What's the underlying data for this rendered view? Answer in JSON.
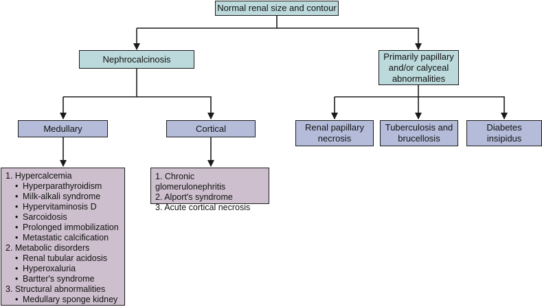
{
  "nodes": {
    "root": "Normal renal size and contour",
    "nephrocalcinosis": "Nephrocalcinosis",
    "papillary": [
      "Primarily papillary",
      "and/or calyceal",
      "abnormalities"
    ],
    "medullary": "Medullary",
    "cortical": "Cortical",
    "renal_papillary_necrosis": [
      "Renal papillary",
      "necrosis"
    ],
    "tuberculosis": [
      "Tuberculosis and",
      "brucellosis"
    ],
    "diabetes": [
      "Diabetes",
      "insipidus"
    ]
  },
  "medullary_list": [
    {
      "label": "1. Hypercalcemia",
      "subitems": [
        "Hyperparathyroidism",
        "Milk-alkali syndrome",
        "Hypervitaminosis D",
        "Sarcoidosis",
        "Prolonged immobilization",
        "Metastatic calcification"
      ]
    },
    {
      "label": "2. Metabolic disorders",
      "subitems": [
        "Renal tubular acidosis",
        "Hyperoxaluria",
        "Bartter's syndrome"
      ]
    },
    {
      "label": "3. Structural abnormalities",
      "subitems": [
        "Medullary sponge kidney"
      ]
    }
  ],
  "cortical_list": [
    "1. Chronic glomerulonephritis",
    "2. Alport's syndrome",
    "3. Acute cortical necrosis"
  ],
  "colors": {
    "teal": "#bcd9db",
    "blue": "#b4bcd9",
    "mauve": "#cdbfcd",
    "line": "#1a1a1a"
  }
}
